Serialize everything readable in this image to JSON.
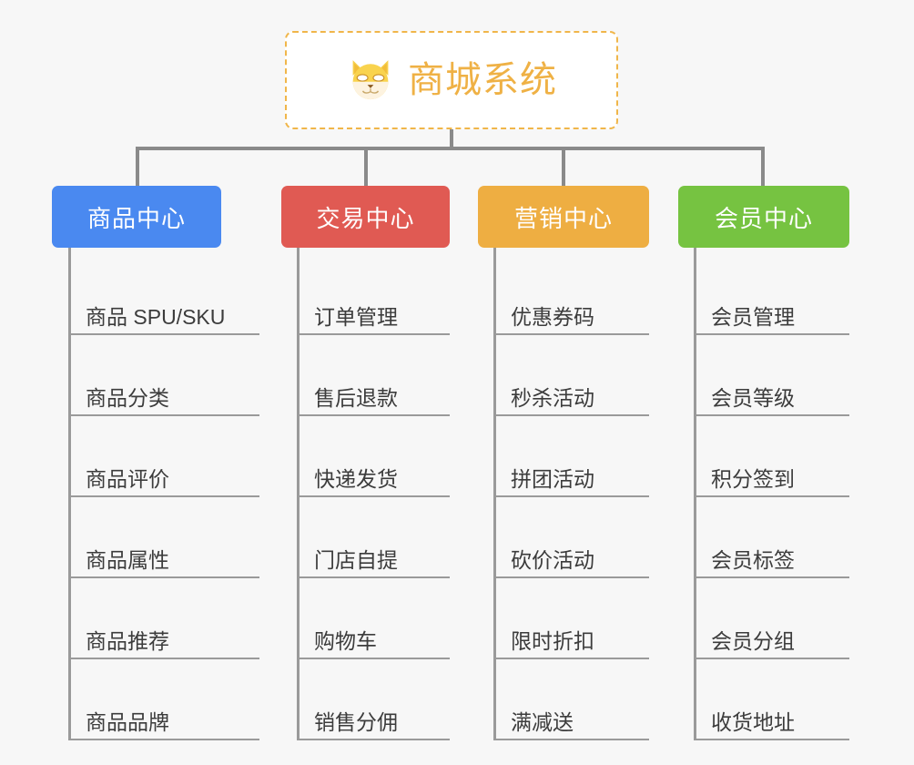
{
  "root": {
    "title": "商城系统",
    "icon": "shiba-dog-face-icon",
    "border_color": "#f0b64a",
    "text_color": "#efb145",
    "background": "#ffffff"
  },
  "page": {
    "background": "#f7f7f7",
    "connector_color": "#8a8a8a",
    "leaf_text_color": "#3c3c3c",
    "leaf_line_color": "#9a9a9a"
  },
  "categories": [
    {
      "label": "商品中心",
      "color": "#4a89f0",
      "items": [
        "商品 SPU/SKU",
        "商品分类",
        "商品评价",
        "商品属性",
        "商品推荐",
        "商品品牌"
      ]
    },
    {
      "label": "交易中心",
      "color": "#e05a53",
      "items": [
        "订单管理",
        "售后退款",
        "快递发货",
        "门店自提",
        "购物车",
        "销售分佣"
      ]
    },
    {
      "label": "营销中心",
      "color": "#eeae42",
      "items": [
        "优惠券码",
        "秒杀活动",
        "拼团活动",
        "砍价活动",
        "限时折扣",
        "满减送"
      ]
    },
    {
      "label": "会员中心",
      "color": "#76c341",
      "items": [
        "会员管理",
        "会员等级",
        "积分签到",
        "会员标签",
        "会员分组",
        "收货地址"
      ]
    }
  ]
}
